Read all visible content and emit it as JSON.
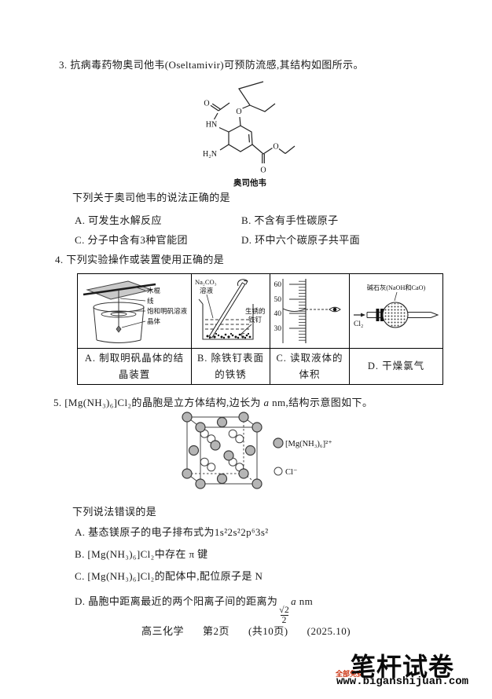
{
  "q3": {
    "stem": "3. 抗病毒药物奥司他韦(Oseltamivir)可预防流感,其结构如图所示。",
    "molecule": {
      "caption": "奥司他韦",
      "labels": {
        "amide_o": "O",
        "amide_hn": "HN",
        "amine": "H₂N",
        "ether_o": "O",
        "ester_o_double": "O",
        "ester_o_single": "O"
      }
    },
    "substem": "下列关于奥司他韦的说法正确的是",
    "options": {
      "a": "A. 可发生水解反应",
      "b": "B. 不含有手性碳原子",
      "c": "C. 分子中含有3种官能团",
      "d": "D. 环中六个碳原子共平面"
    }
  },
  "q4": {
    "stem": "4. 下列实验操作或装置使用正确的是",
    "table": {
      "cellA": {
        "labels": {
          "stick": "木棍",
          "string": "线",
          "solution": "饱和明矾溶液",
          "crystal": "晶体"
        },
        "caption": "A. 制取明矾晶体的结晶装置"
      },
      "cellB": {
        "labels": {
          "solution1": "Na₂CO₃",
          "solution2": "溶液",
          "nail1": "生锈的",
          "nail2": "铁钉"
        },
        "caption": "B. 除铁钉表面的铁锈"
      },
      "cellC": {
        "scale": [
          "60",
          "50",
          "40",
          "30"
        ],
        "caption": "C. 读取液体的体积"
      },
      "cellD": {
        "label": "碱石灰(NaOH和CaO)",
        "gas": "Cl₂",
        "caption": "D. 干燥氯气"
      }
    }
  },
  "q5": {
    "stem_parts": {
      "p1": "5. [Mg(NH₃)₆]Cl₂的晶胞是立方体结构,边长为 ",
      "var": "a",
      "p2": " nm,结构示意图如下。"
    },
    "legend": {
      "cation": "[Mg(NH₃)₆]²⁺",
      "anion": "Cl⁻"
    },
    "substem": "下列说法错误的是",
    "options": {
      "a": "A. 基态镁原子的电子排布式为1s²2s²2p⁶3s²",
      "b": "B. [Mg(NH₃)₆]Cl₂中存在 π 键",
      "c": "C. [Mg(NH₃)₆]Cl₂的配体中,配位原子是 N",
      "d_prefix": "D. 晶胞中距离最近的两个阳离子间的距离为",
      "d_num": "√2",
      "d_den": "2",
      "d_var": "a",
      "d_unit": " nm"
    }
  },
  "footer": {
    "course": "高三化学",
    "page": "第2页",
    "total": "(共10页)",
    "date": "(2025.10)"
  },
  "watermark": {
    "free": "全部免费",
    "brand": "笔杆试卷",
    "url": "www.biganshijuan.com"
  }
}
